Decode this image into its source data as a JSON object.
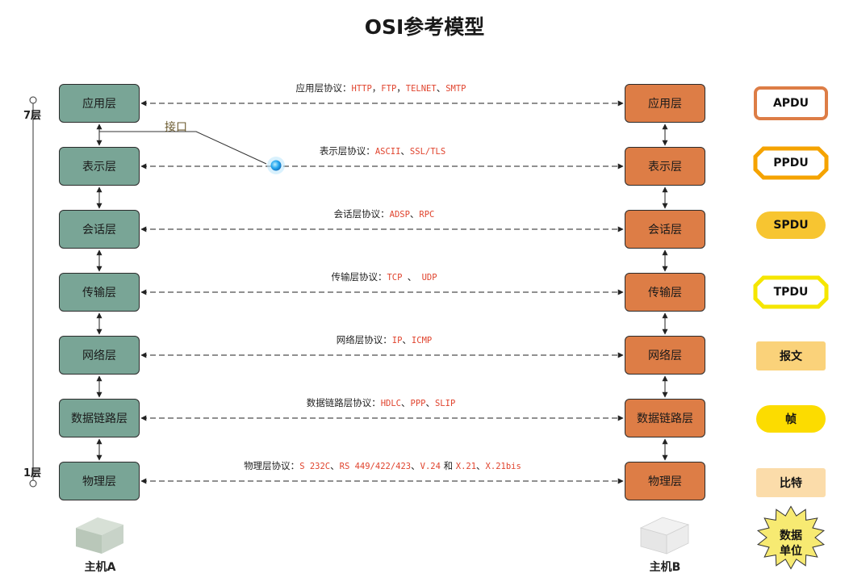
{
  "title": "OSI参考模型",
  "left_layers": [
    "应用层",
    "表示层",
    "会话层",
    "传输层",
    "网络层",
    "数据链路层",
    "物理层"
  ],
  "right_layers": [
    "应用层",
    "表示层",
    "会话层",
    "传输层",
    "网络层",
    "数据链路层",
    "物理层"
  ],
  "protocols": [
    {
      "prefix": "应用层协议：",
      "parts": [
        {
          "t": "HTTP",
          "c": true
        },
        {
          "t": "，",
          "c": false
        },
        {
          "t": "FTP",
          "c": true
        },
        {
          "t": "，",
          "c": false
        },
        {
          "t": "TELNET",
          "c": true
        },
        {
          "t": "、",
          "c": false
        },
        {
          "t": "SMTP",
          "c": true
        }
      ]
    },
    {
      "prefix": "表示层协议：",
      "parts": [
        {
          "t": "ASCII",
          "c": true
        },
        {
          "t": "、",
          "c": false
        },
        {
          "t": "SSL/TLS",
          "c": true
        }
      ]
    },
    {
      "prefix": "会话层协议：",
      "parts": [
        {
          "t": "ADSP",
          "c": true
        },
        {
          "t": "、",
          "c": false
        },
        {
          "t": "RPC",
          "c": true
        }
      ]
    },
    {
      "prefix": "传输层协议：",
      "parts": [
        {
          "t": "TCP ",
          "c": true
        },
        {
          "t": "、",
          "c": false
        },
        {
          "t": " UDP",
          "c": true
        }
      ]
    },
    {
      "prefix": "网络层协议：",
      "parts": [
        {
          "t": "IP",
          "c": true
        },
        {
          "t": "、",
          "c": false
        },
        {
          "t": "ICMP",
          "c": true
        }
      ]
    },
    {
      "prefix": "数据链路层协议：",
      "parts": [
        {
          "t": "HDLC",
          "c": true
        },
        {
          "t": "、",
          "c": false
        },
        {
          "t": "PPP",
          "c": true
        },
        {
          "t": "、",
          "c": false
        },
        {
          "t": "SLIP",
          "c": true
        }
      ]
    },
    {
      "prefix": "物理层协议：",
      "parts": [
        {
          "t": "S 232C",
          "c": true
        },
        {
          "t": "、",
          "c": false
        },
        {
          "t": "RS 449/422/423",
          "c": true
        },
        {
          "t": "、",
          "c": false
        },
        {
          "t": "V.24",
          "c": true
        },
        {
          "t": " 和 ",
          "c": false
        },
        {
          "t": "X.21",
          "c": true
        },
        {
          "t": "、",
          "c": false
        },
        {
          "t": "X.21bis",
          "c": true
        }
      ]
    }
  ],
  "pdus": [
    {
      "label": "APDU",
      "shape": "rect-outline",
      "color": "#dd7d46"
    },
    {
      "label": "PPDU",
      "shape": "octagon-outline",
      "color": "#f5a300"
    },
    {
      "label": "SPDU",
      "shape": "pill",
      "color": "#f7c531"
    },
    {
      "label": "TPDU",
      "shape": "octagon-outline",
      "color": "#f5e600"
    },
    {
      "label": "报文",
      "shape": "rect",
      "color": "#fad27a"
    },
    {
      "label": "帧",
      "shape": "pill",
      "color": "#fcdc00"
    },
    {
      "label": "比特",
      "shape": "rect",
      "color": "#fbdcaa"
    }
  ],
  "pdu_caption": "数据\n单位",
  "pdu_caption_color": "#f7ea72",
  "interface_label": "接口",
  "host_left": "主机A",
  "host_right": "主机B",
  "level_top": "7层",
  "level_bottom": "1层",
  "colors": {
    "left_box": "#79a596",
    "right_box": "#dd7d46",
    "protocol_names": "#e0442e"
  }
}
